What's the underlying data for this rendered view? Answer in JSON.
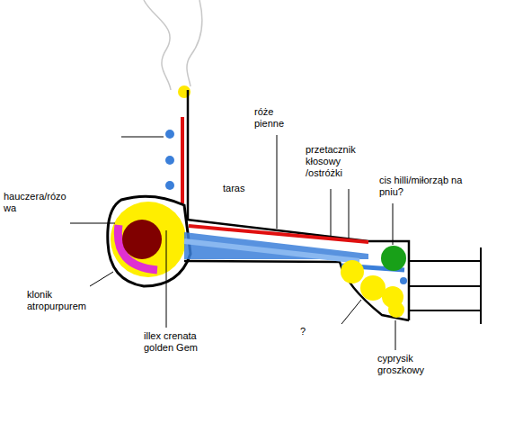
{
  "diagram": {
    "labels": [
      "róże pienne",
      "taras",
      "przetacznik kłosowy /ostróżki",
      "cis hilli/miłorząb na pniu?",
      "hauczera/rózo wa",
      "klonik atropurpurem",
      "illex crenata golden Gem",
      "?",
      "cyprysik groszkowy"
    ]
  }
}
